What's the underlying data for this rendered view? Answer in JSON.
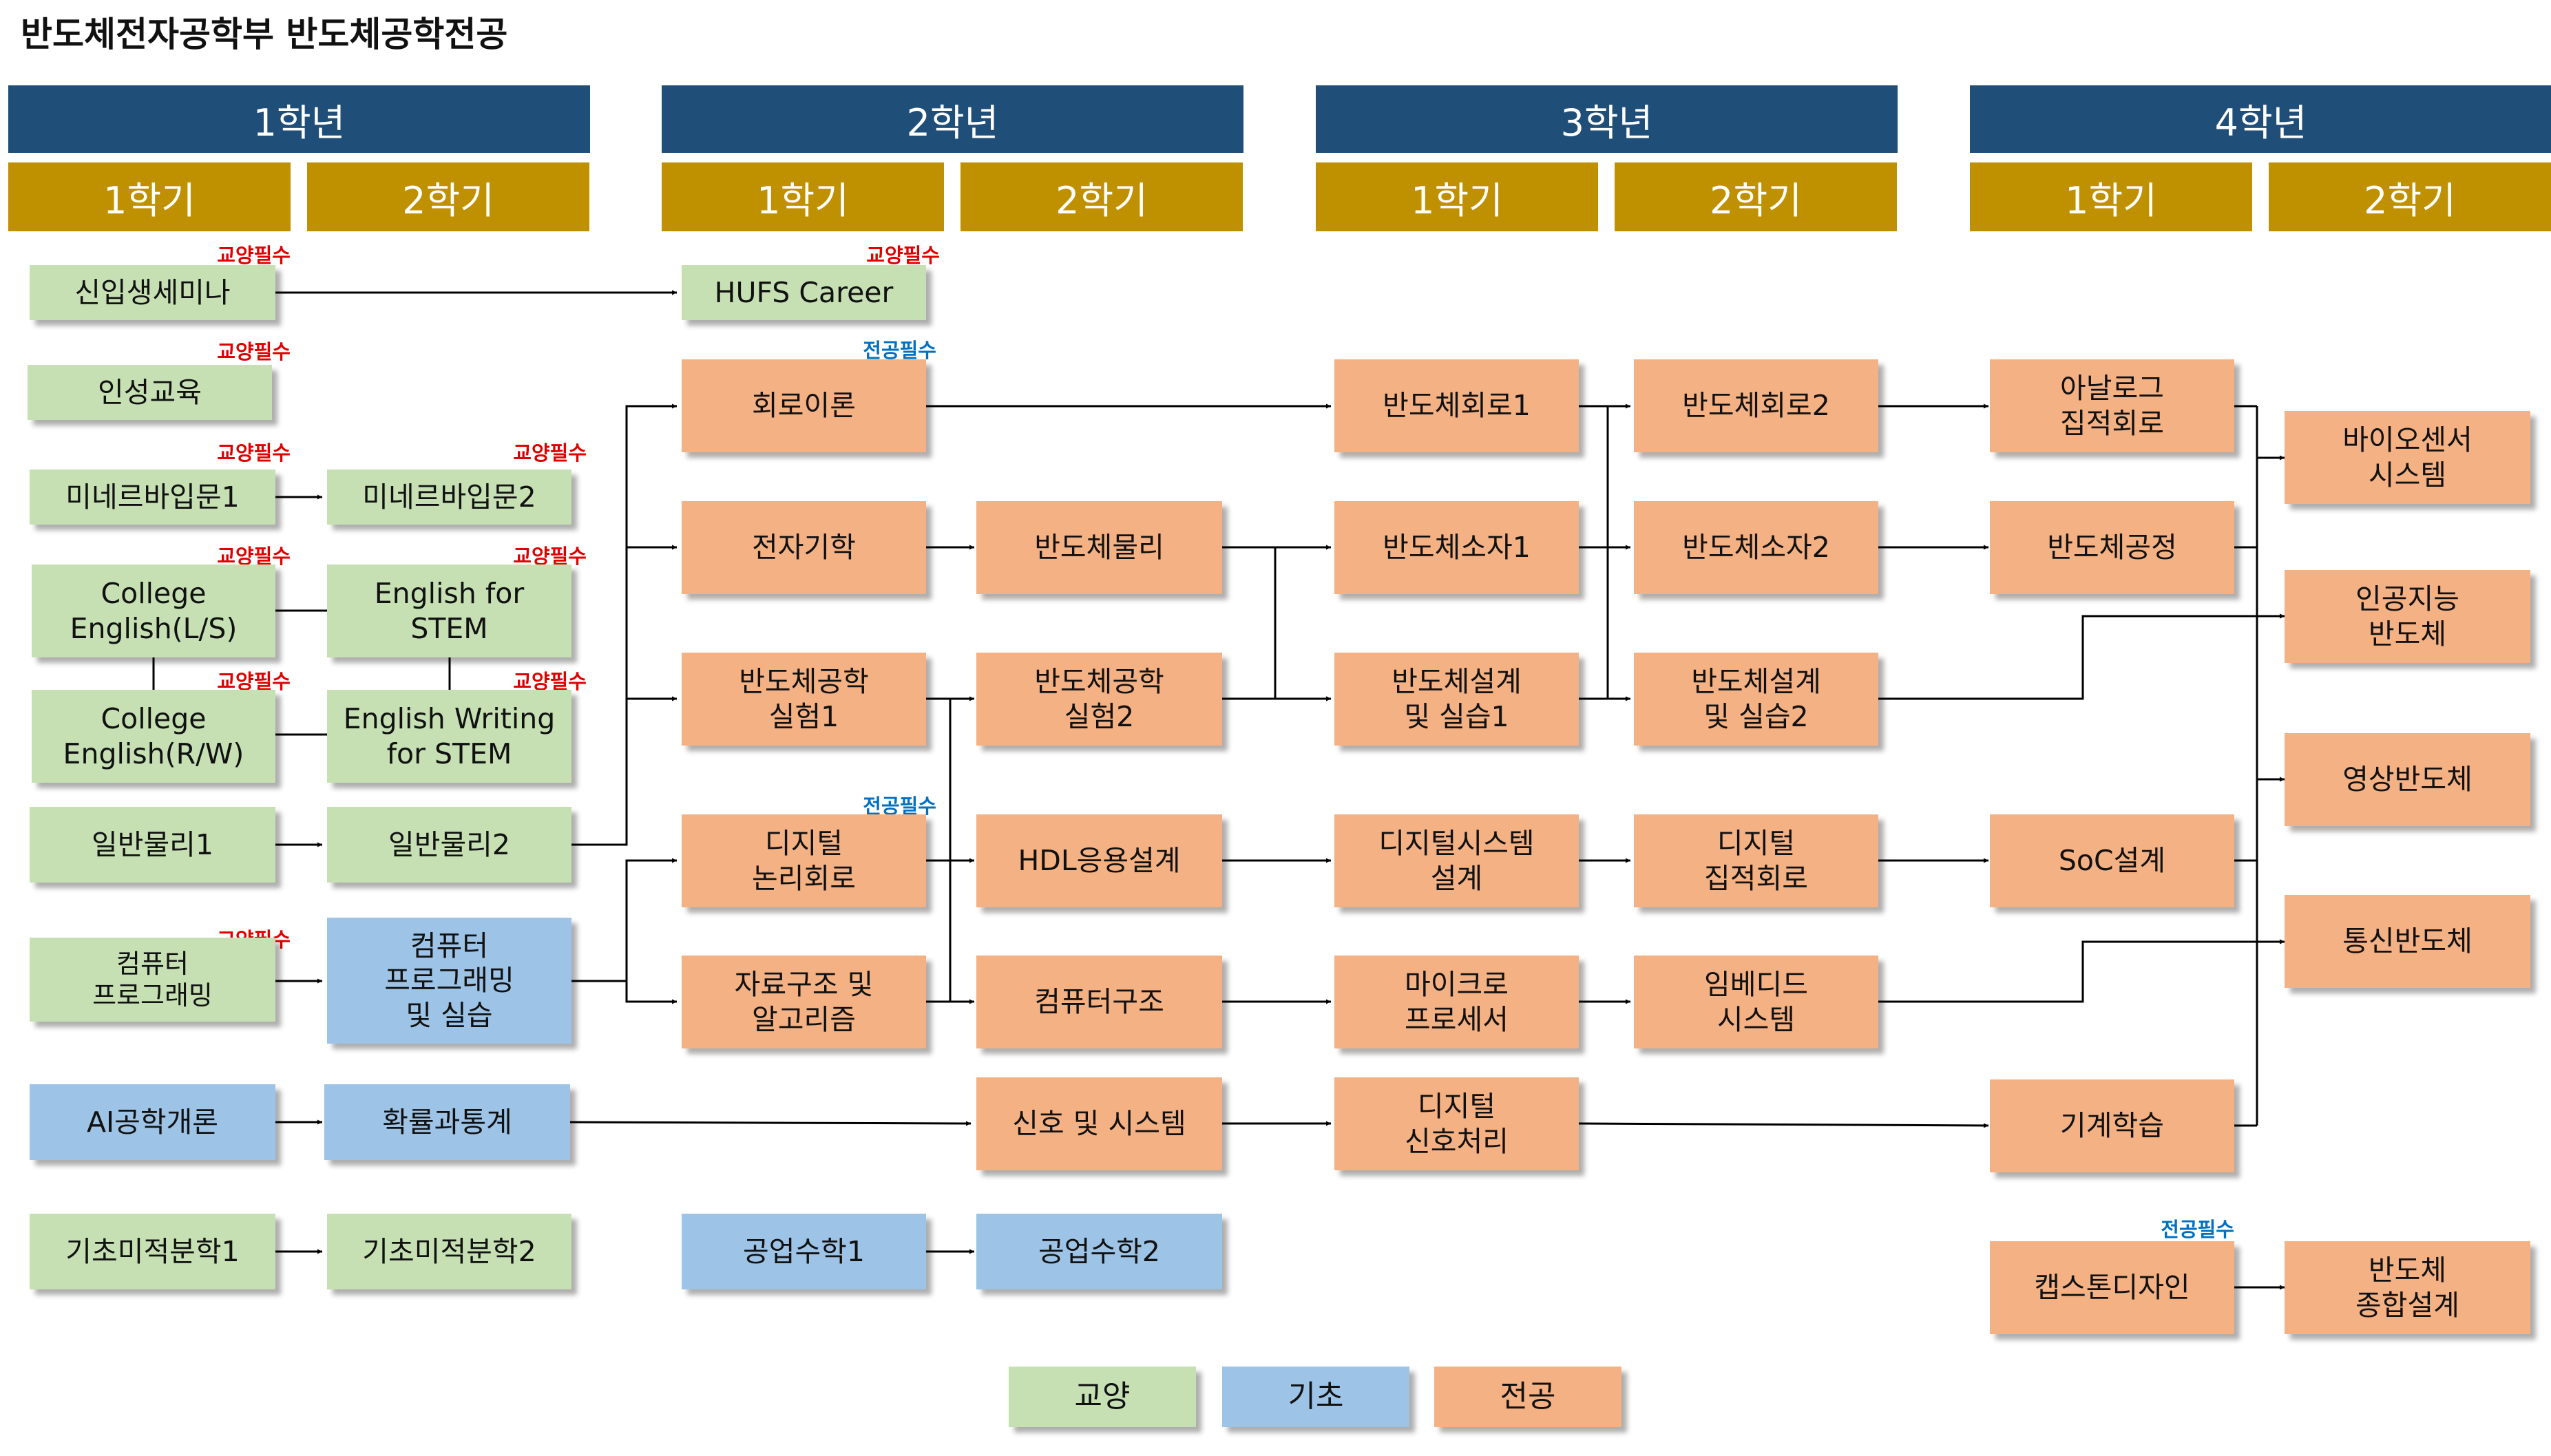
{
  "title": "반도체전자공학부 반도체공학전공",
  "years": [
    "1학년",
    "2학년",
    "3학년",
    "4학년"
  ],
  "semesters": [
    "1학기",
    "2학기",
    "1학기",
    "2학기",
    "1학기",
    "2학기",
    "1학기",
    "2학기"
  ],
  "tags": {
    "general_required": "교양필수",
    "major_required": "전공필수"
  },
  "courses": {
    "freshman_seminar": "신입생세미나",
    "character_edu": "인성교육",
    "minerva1": "미네르바입문1",
    "minerva2": "미네르바입문2",
    "college_eng_ls": "College\nEnglish(L/S)",
    "eng_stem": "English for\nSTEM",
    "college_eng_rw": "College\nEnglish(R/W)",
    "eng_writing_stem": "English Writing\nfor STEM",
    "physics1": "일반물리1",
    "physics2": "일반물리2",
    "programming": "컴퓨터\n프로그래밍",
    "programming_lab": "컴퓨터\n프로그래밍\n및 실습",
    "ai_intro": "AI공학개론",
    "prob_stats": "확률과통계",
    "calculus1": "기초미적분학1",
    "calculus2": "기초미적분학2",
    "hufs_career": "HUFS Career",
    "circuit_theory": "회로이론",
    "electromagnetics": "전자기학",
    "semi_physics": "반도체물리",
    "semi_lab1": "반도체공학\n실험1",
    "semi_lab2": "반도체공학\n실험2",
    "digital_logic": "디지털\n논리회로",
    "hdl": "HDL응용설계",
    "data_structures": "자료구조 및\n알고리즘",
    "comp_arch": "컴퓨터구조",
    "signals": "신호 및 시스템",
    "eng_math1": "공업수학1",
    "eng_math2": "공업수학2",
    "semi_circuit1": "반도체회로1",
    "semi_circuit2": "반도체회로2",
    "semi_device1": "반도체소자1",
    "semi_device2": "반도체소자2",
    "semi_design1": "반도체설계\n및 실습1",
    "semi_design2": "반도체설계\n및 실습2",
    "digital_system_design": "디지털시스템\n설계",
    "digital_ic": "디지털\n집적회로",
    "microprocessor": "마이크로\n프로세서",
    "embedded": "임베디드\n시스템",
    "dsp": "디지털\n신호처리",
    "analog_ic": "아날로그\n집적회로",
    "semi_process": "반도체공정",
    "soc": "SoC설계",
    "machine_learning": "기계학습",
    "capstone": "캡스톤디자인",
    "biosensor": "바이오센서\n시스템",
    "ai_semi": "인공지능\n반도체",
    "image_semi": "영상반도체",
    "comm_semi": "통신반도체",
    "semi_comprehensive": "반도체\n종합설계"
  },
  "legend": {
    "general": "교양",
    "basic": "기초",
    "major": "전공"
  },
  "colors": {
    "year_header": "#1f4e79",
    "semester_header": "#bf9000",
    "general": "#c6e0b4",
    "basic": "#9dc3e6",
    "major": "#f4b183",
    "general_required_tag": "#e00000",
    "major_required_tag": "#0070c0"
  }
}
